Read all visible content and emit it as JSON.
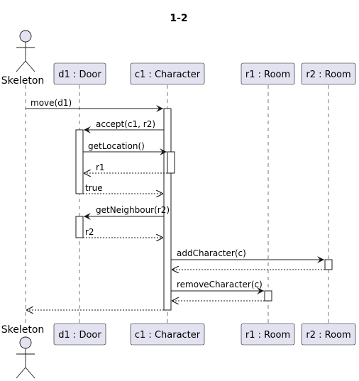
{
  "title": "1-2",
  "actor": {
    "name": "Skeleton"
  },
  "participants": {
    "door": "d1 : Door",
    "character": "c1 : Character",
    "room1": "r1 : Room",
    "room2": "r2 : Room"
  },
  "messages": {
    "m1": "move(d1)",
    "m2": "accept(c1, r2)",
    "m3": "getLocation()",
    "m4": "r1",
    "m5": "true",
    "m6": "getNeighbour(r2)",
    "m7": "r2",
    "m8": "addCharacter(c)",
    "m9": "removeCharacter(c)"
  },
  "colors": {
    "participant_fill": "#E2E2F0",
    "line": "#181818"
  }
}
